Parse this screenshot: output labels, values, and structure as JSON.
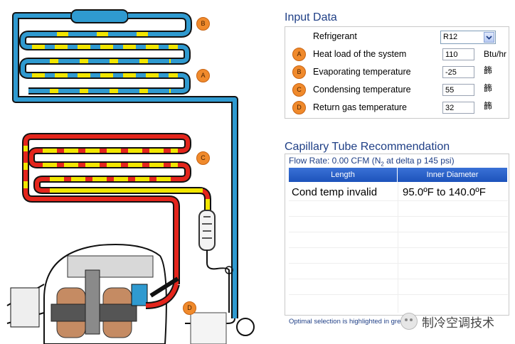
{
  "input_data": {
    "title": "Input Data",
    "refrigerant_label": "Refrigerant",
    "refrigerant_value": "R12",
    "rows": [
      {
        "badge": "A",
        "label": "Heat load of the system",
        "value": "110",
        "unit": "Btu/hr"
      },
      {
        "badge": "B",
        "label": "Evaporating temperature",
        "value": "-25",
        "unit": "籂"
      },
      {
        "badge": "C",
        "label": "Condensing temperature",
        "value": "55",
        "unit": "籂"
      },
      {
        "badge": "D",
        "label": "Return gas temperature",
        "value": "32",
        "unit": "籂"
      }
    ]
  },
  "recommendation": {
    "title": "Capillary Tube Recommendation",
    "flow_rate_prefix": "Flow Rate: 0.00 CFM (N",
    "flow_rate_sub": "2",
    "flow_rate_suffix": " at delta p 145 psi)",
    "columns": [
      "Length",
      "Inner Diameter"
    ],
    "row": {
      "length": "Cond temp invalid",
      "diameter": "95.0ºF to 140.0ºF"
    },
    "footer_note": "Optimal selection is highlighted in gre"
  },
  "diagram": {
    "markers": [
      "B",
      "A",
      "C",
      "D"
    ]
  },
  "watermark": {
    "text": "制冷空调技术"
  },
  "colors": {
    "accent": "#1f3f86",
    "badge": "#f08a2c",
    "header": "#2a63c9",
    "blue_tube": "#2f9ad0",
    "red_tube": "#e4251c",
    "yellow": "#f2e600"
  }
}
